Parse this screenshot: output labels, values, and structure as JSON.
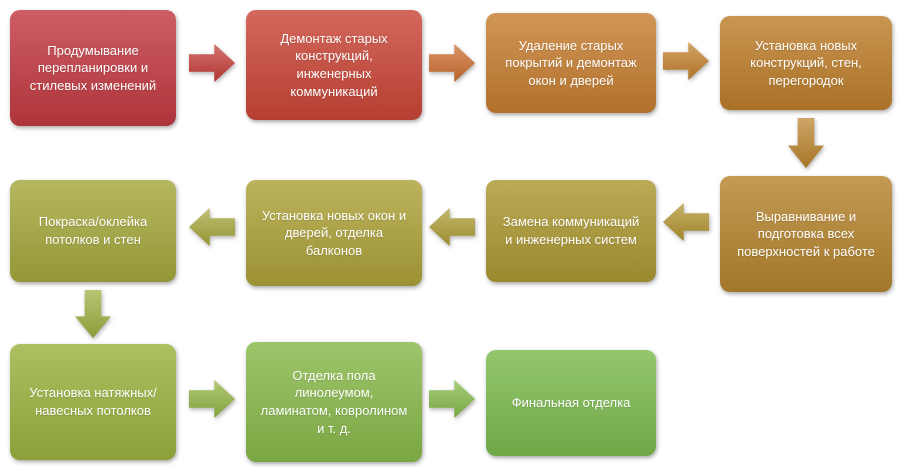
{
  "diagram": {
    "type": "flowchart",
    "description": "Renovation process flow, snake layout, color gradient red to green",
    "steps": [
      {
        "label": "Продумывание перепланировки и стилевых изменений",
        "color": "#c23a42"
      },
      {
        "label": "Демонтаж старых конструкций, инженерных коммуникаций",
        "color": "#ca4638"
      },
      {
        "label": "Удаление старых покрытий и демонтаж окон и дверей",
        "color": "#c67e31"
      },
      {
        "label": "Установка новых конструкций, стен, перегородок",
        "color": "#bd7e2b"
      },
      {
        "label": "Выравнивание и подготовка всех поверхностей к работе",
        "color": "#b5842e"
      },
      {
        "label": "Замена коммуникаций и инженерных систем",
        "color": "#ac9832"
      },
      {
        "label": "Установка новых окон и дверей, отделка балконов",
        "color": "#ada239"
      },
      {
        "label": "Покраска/оклейка потолков и стен",
        "color": "#a5a83d"
      },
      {
        "label": "Установка натяжных/навесных потолков",
        "color": "#9bb23f"
      },
      {
        "label": "Отделка пола линолеумом, ламинатом, ковролином и т. д.",
        "color": "#88b94a"
      },
      {
        "label": "Финальная отделка",
        "color": "#7cbb4e"
      }
    ],
    "arrows": [
      {
        "direction": "right",
        "color": "#c43c36"
      },
      {
        "direction": "right",
        "color": "#cb6c2d"
      },
      {
        "direction": "right",
        "color": "#c2802c"
      },
      {
        "direction": "down",
        "color": "#bb832c"
      },
      {
        "direction": "left",
        "color": "#b2932f"
      },
      {
        "direction": "left",
        "color": "#ab9c35"
      },
      {
        "direction": "left",
        "color": "#a5a63b"
      },
      {
        "direction": "down",
        "color": "#9cae3f"
      },
      {
        "direction": "right",
        "color": "#92b443"
      },
      {
        "direction": "right",
        "color": "#84ba49"
      }
    ]
  }
}
